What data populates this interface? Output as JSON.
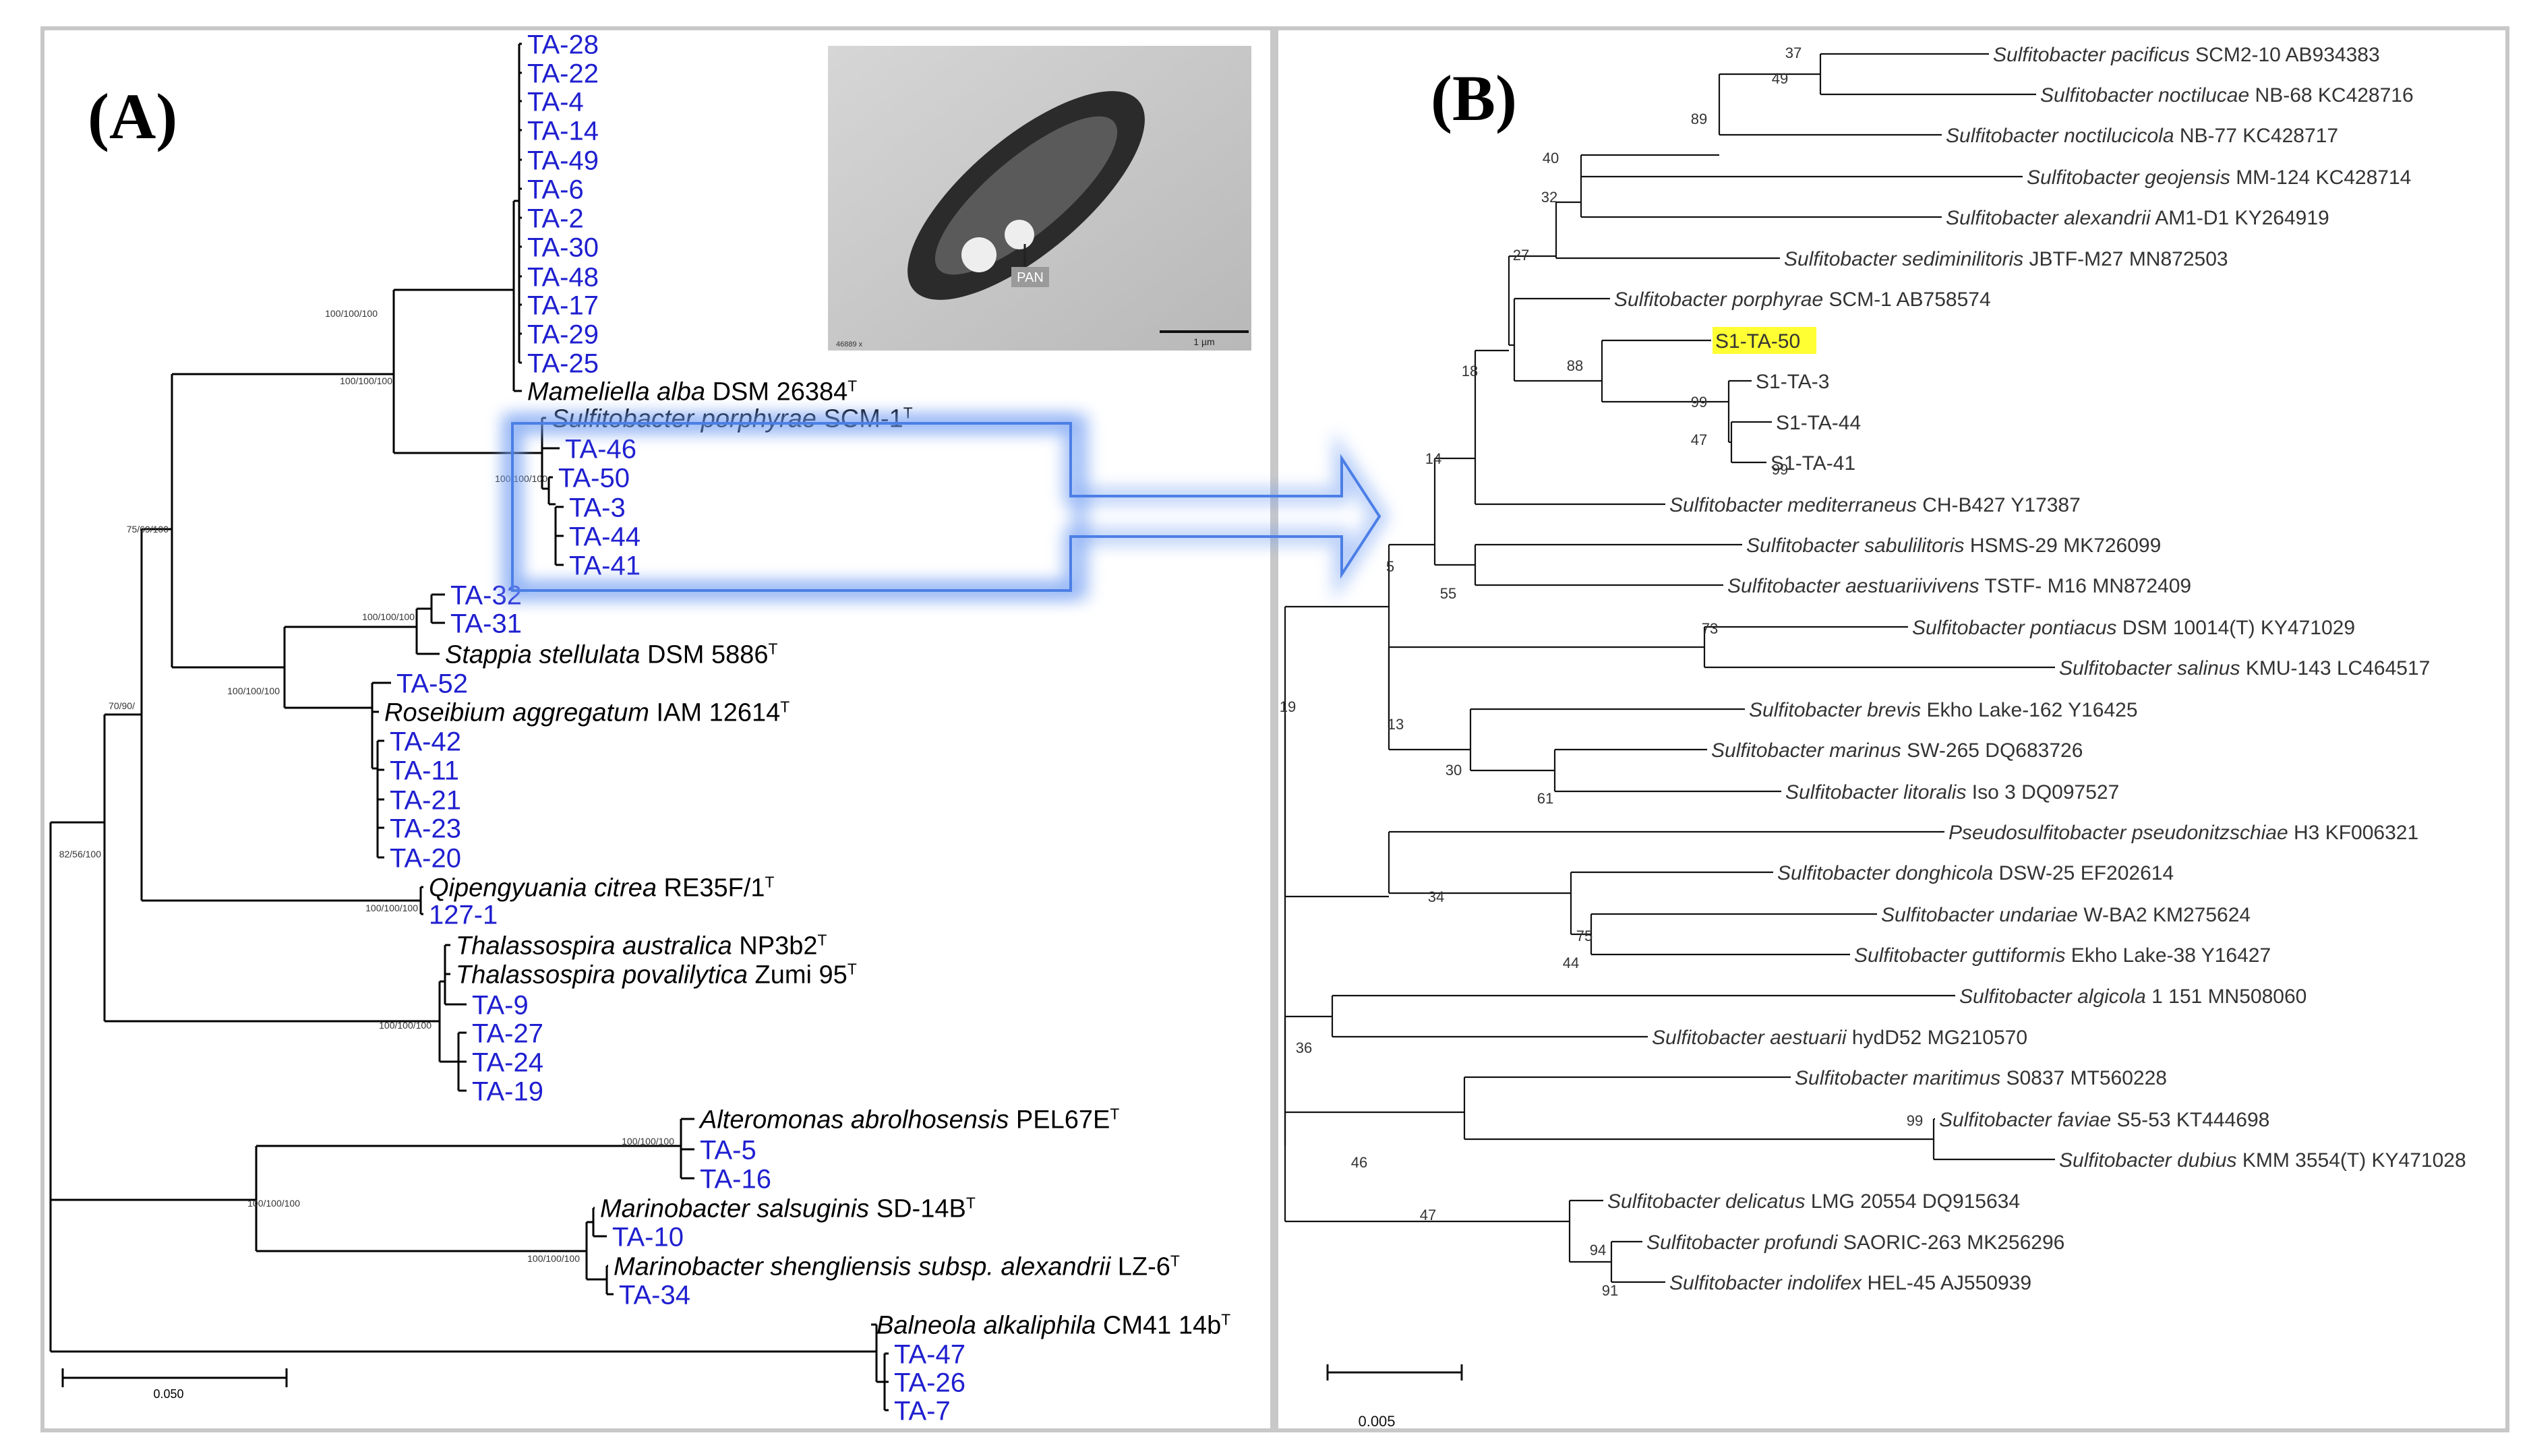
{
  "panel_a": {
    "label": "(A)",
    "micrograph": {
      "label": "PAN",
      "scale": "1 µm",
      "mag": "46889 x"
    },
    "scale_bar": "0.050",
    "arrow_target": "B",
    "leaves": [
      {
        "id": "a_ta28",
        "text": "TA-28",
        "blue": true
      },
      {
        "id": "a_ta22",
        "text": "TA-22",
        "blue": true
      },
      {
        "id": "a_ta4",
        "text": "TA-4",
        "blue": true
      },
      {
        "id": "a_ta14",
        "text": "TA-14",
        "blue": true
      },
      {
        "id": "a_ta49",
        "text": "TA-49",
        "blue": true
      },
      {
        "id": "a_ta6",
        "text": "TA-6",
        "blue": true
      },
      {
        "id": "a_ta2",
        "text": "TA-2",
        "blue": true
      },
      {
        "id": "a_ta30",
        "text": "TA-30",
        "blue": true
      },
      {
        "id": "a_ta48",
        "text": "TA-48",
        "blue": true
      },
      {
        "id": "a_ta17",
        "text": "TA-17",
        "blue": true
      },
      {
        "id": "a_ta29",
        "text": "TA-29",
        "blue": true
      },
      {
        "id": "a_ta25",
        "text": "TA-25",
        "blue": true
      },
      {
        "id": "a_mam",
        "italic": "Mameliella alba",
        "rest": "DSM 26384",
        "sup": "T"
      },
      {
        "id": "a_spor",
        "italic": "Sulfitobacter porphyrae",
        "rest": "SCM-1",
        "sup": "T"
      },
      {
        "id": "a_ta46",
        "text": "TA-46",
        "blue": true
      },
      {
        "id": "a_ta50",
        "text": "TA-50",
        "blue": true
      },
      {
        "id": "a_ta3",
        "text": "TA-3",
        "blue": true
      },
      {
        "id": "a_ta44",
        "text": "TA-44",
        "blue": true
      },
      {
        "id": "a_ta41",
        "text": "TA-41",
        "blue": true
      },
      {
        "id": "a_ta32",
        "text": "TA-32",
        "blue": true
      },
      {
        "id": "a_ta31",
        "text": "TA-31",
        "blue": true
      },
      {
        "id": "a_stap",
        "italic": "Stappia stellulata",
        "rest": "DSM 5886",
        "sup": "T"
      },
      {
        "id": "a_ta52",
        "text": "TA-52",
        "blue": true
      },
      {
        "id": "a_rose",
        "italic": "Roseibium aggregatum",
        "rest": "IAM 12614",
        "sup": "T"
      },
      {
        "id": "a_ta42",
        "text": "TA-42",
        "blue": true
      },
      {
        "id": "a_ta11",
        "text": "TA-11",
        "blue": true
      },
      {
        "id": "a_ta21",
        "text": "TA-21",
        "blue": true
      },
      {
        "id": "a_ta23",
        "text": "TA-23",
        "blue": true
      },
      {
        "id": "a_ta20",
        "text": "TA-20",
        "blue": true
      },
      {
        "id": "a_qip",
        "italic": "Qipengyuania citrea",
        "rest": "RE35F/1",
        "sup": "T"
      },
      {
        "id": "a_1271",
        "text": "127-1",
        "blue": true
      },
      {
        "id": "a_thaa",
        "italic": "Thalassospira australica",
        "rest": "NP3b2",
        "sup": "T"
      },
      {
        "id": "a_thap",
        "italic": "Thalassospira povalilytica",
        "rest": "Zumi 95",
        "sup": "T"
      },
      {
        "id": "a_ta9",
        "text": "TA-9",
        "blue": true
      },
      {
        "id": "a_ta27",
        "text": "TA-27",
        "blue": true
      },
      {
        "id": "a_ta24",
        "text": "TA-24",
        "blue": true
      },
      {
        "id": "a_ta19",
        "text": "TA-19",
        "blue": true
      },
      {
        "id": "a_alt",
        "italic": "Alteromonas abrolhosensis",
        "rest": "PEL67E",
        "sup": "T"
      },
      {
        "id": "a_ta5",
        "text": "TA-5",
        "blue": true
      },
      {
        "id": "a_ta16",
        "text": "TA-16",
        "blue": true
      },
      {
        "id": "a_mars",
        "italic": "Marinobacter salsuginis",
        "rest": "SD-14B",
        "sup": "T"
      },
      {
        "id": "a_ta10",
        "text": "TA-10",
        "blue": true
      },
      {
        "id": "a_marsh",
        "italic": "Marinobacter shengliensis subsp. alexandrii",
        "rest": "LZ-6",
        "sup": "T"
      },
      {
        "id": "a_ta34",
        "text": "TA-34",
        "blue": true
      },
      {
        "id": "a_bal",
        "italic": "Balneola alkaliphila",
        "rest": "CM41 14b",
        "sup": "T"
      },
      {
        "id": "a_ta47",
        "text": "TA-47",
        "blue": true
      },
      {
        "id": "a_ta26",
        "text": "TA-26",
        "blue": true
      },
      {
        "id": "a_ta7",
        "text": "TA-7",
        "blue": true
      }
    ],
    "bootstrap": [
      {
        "id": "b1",
        "text": "100/100/100"
      },
      {
        "id": "b2",
        "text": "100/100/100"
      },
      {
        "id": "b3",
        "text": "100/100/100"
      },
      {
        "id": "b4",
        "text": "75/69/100"
      },
      {
        "id": "b5",
        "text": "70/90/"
      },
      {
        "id": "b6",
        "text": "82/56/100"
      },
      {
        "id": "b7",
        "text": "100/100/100"
      },
      {
        "id": "b8",
        "text": "100/100/100"
      },
      {
        "id": "b9",
        "text": "100/100/100"
      },
      {
        "id": "b10",
        "text": "100/100/100"
      },
      {
        "id": "b11",
        "text": "100/100/100"
      },
      {
        "id": "b12",
        "text": "100/100/100"
      },
      {
        "id": "b13",
        "text": "100/100/100"
      }
    ]
  },
  "panel_b": {
    "label": "(B)",
    "scale_bar": "0.005",
    "highlight": "S1-TA-50",
    "leaves": [
      {
        "id": "b_pac",
        "italic": "Sulfitobacter pacificus",
        "rest": "SCM2-10 AB934383"
      },
      {
        "id": "b_noc",
        "italic": "Sulfitobacter noctilucae",
        "rest": "NB-68 KC428716"
      },
      {
        "id": "b_nocc",
        "italic": "Sulfitobacter noctilucicola",
        "rest": "NB-77 KC428717"
      },
      {
        "id": "b_geo",
        "italic": "Sulfitobacter geojensis",
        "rest": "MM-124 KC428714"
      },
      {
        "id": "b_ale",
        "italic": "Sulfitobacter alexandrii",
        "rest": "AM1-D1 KY264919"
      },
      {
        "id": "b_sed",
        "italic": "Sulfitobacter sediminilitoris",
        "rest": "JBTF-M27 MN872503"
      },
      {
        "id": "b_por",
        "italic": "Sulfitobacter porphyrae",
        "rest": "SCM-1 AB758574"
      },
      {
        "id": "b_s50",
        "text": "S1-TA-50"
      },
      {
        "id": "b_s3",
        "text": "S1-TA-3"
      },
      {
        "id": "b_s44",
        "text": "S1-TA-44"
      },
      {
        "id": "b_s41",
        "text": "S1-TA-41"
      },
      {
        "id": "b_med",
        "italic": "Sulfitobacter mediterraneus",
        "rest": "CH-B427 Y17387"
      },
      {
        "id": "b_sab",
        "italic": "Sulfitobacter sabulilitoris",
        "rest": "HSMS-29 MK726099"
      },
      {
        "id": "b_aes",
        "italic": "Sulfitobacter aestuariivivens",
        "rest": "TSTF- M16 MN872409"
      },
      {
        "id": "b_pon",
        "italic": "Sulfitobacter pontiacus",
        "rest": "DSM 10014(T) KY471029"
      },
      {
        "id": "b_sal",
        "italic": "Sulfitobacter salinus",
        "rest": "KMU-143 LC464517"
      },
      {
        "id": "b_bre",
        "italic": "Sulfitobacter brevis",
        "rest": "Ekho Lake-162 Y16425"
      },
      {
        "id": "b_mar",
        "italic": "Sulfitobacter marinus",
        "rest": "SW-265 DQ683726"
      },
      {
        "id": "b_lit",
        "italic": "Sulfitobacter litoralis",
        "rest": "Iso 3 DQ097527"
      },
      {
        "id": "b_pse",
        "italic": "Pseudosulfitobacter pseudonitzschiae",
        "rest": "H3 KF006321"
      },
      {
        "id": "b_don",
        "italic": "Sulfitobacter donghicola",
        "rest": "DSW-25 EF202614"
      },
      {
        "id": "b_und",
        "italic": "Sulfitobacter undariae",
        "rest": "W-BA2 KM275624"
      },
      {
        "id": "b_gut",
        "italic": "Sulfitobacter guttiformis",
        "rest": "Ekho Lake-38 Y16427"
      },
      {
        "id": "b_alg",
        "italic": "Sulfitobacter algicola",
        "rest": "1 151 MN508060"
      },
      {
        "id": "b_aesu",
        "italic": "Sulfitobacter aestuarii",
        "rest": "hydD52 MG210570"
      },
      {
        "id": "b_mari",
        "italic": "Sulfitobacter maritimus",
        "rest": "S0837 MT560228"
      },
      {
        "id": "b_fav",
        "italic": "Sulfitobacter faviae",
        "rest": "S5-53 KT444698"
      },
      {
        "id": "b_dub",
        "italic": "Sulfitobacter dubius",
        "rest": "KMM 3554(T) KY471028"
      },
      {
        "id": "b_del",
        "italic": "Sulfitobacter delicatus",
        "rest": "LMG 20554 DQ915634"
      },
      {
        "id": "b_pro",
        "italic": "Sulfitobacter profundi",
        "rest": "SAORIC-263 MK256296"
      },
      {
        "id": "b_ind",
        "italic": "Sulfitobacter indolifex",
        "rest": "HEL-45 AJ550939"
      }
    ],
    "bootstrap": [
      {
        "id": "n37",
        "text": "37"
      },
      {
        "id": "n49",
        "text": "49"
      },
      {
        "id": "n89",
        "text": "89"
      },
      {
        "id": "n40",
        "text": "40"
      },
      {
        "id": "n32",
        "text": "32"
      },
      {
        "id": "n27",
        "text": "27"
      },
      {
        "id": "n18",
        "text": "18"
      },
      {
        "id": "n88",
        "text": "88"
      },
      {
        "id": "n99a",
        "text": "99"
      },
      {
        "id": "n47a",
        "text": "47"
      },
      {
        "id": "n99b",
        "text": "99"
      },
      {
        "id": "n14",
        "text": "14"
      },
      {
        "id": "n5",
        "text": "5"
      },
      {
        "id": "n55",
        "text": "55"
      },
      {
        "id": "n73",
        "text": "73"
      },
      {
        "id": "n19",
        "text": "19"
      },
      {
        "id": "n13",
        "text": "13"
      },
      {
        "id": "n30",
        "text": "30"
      },
      {
        "id": "n61",
        "text": "61"
      },
      {
        "id": "n34",
        "text": "34"
      },
      {
        "id": "n75",
        "text": "75"
      },
      {
        "id": "n44",
        "text": "44"
      },
      {
        "id": "n36",
        "text": "36"
      },
      {
        "id": "n99c",
        "text": "99"
      },
      {
        "id": "n46",
        "text": "46"
      },
      {
        "id": "n47b",
        "text": "47"
      },
      {
        "id": "n94",
        "text": "94"
      },
      {
        "id": "n91",
        "text": "91"
      }
    ]
  }
}
